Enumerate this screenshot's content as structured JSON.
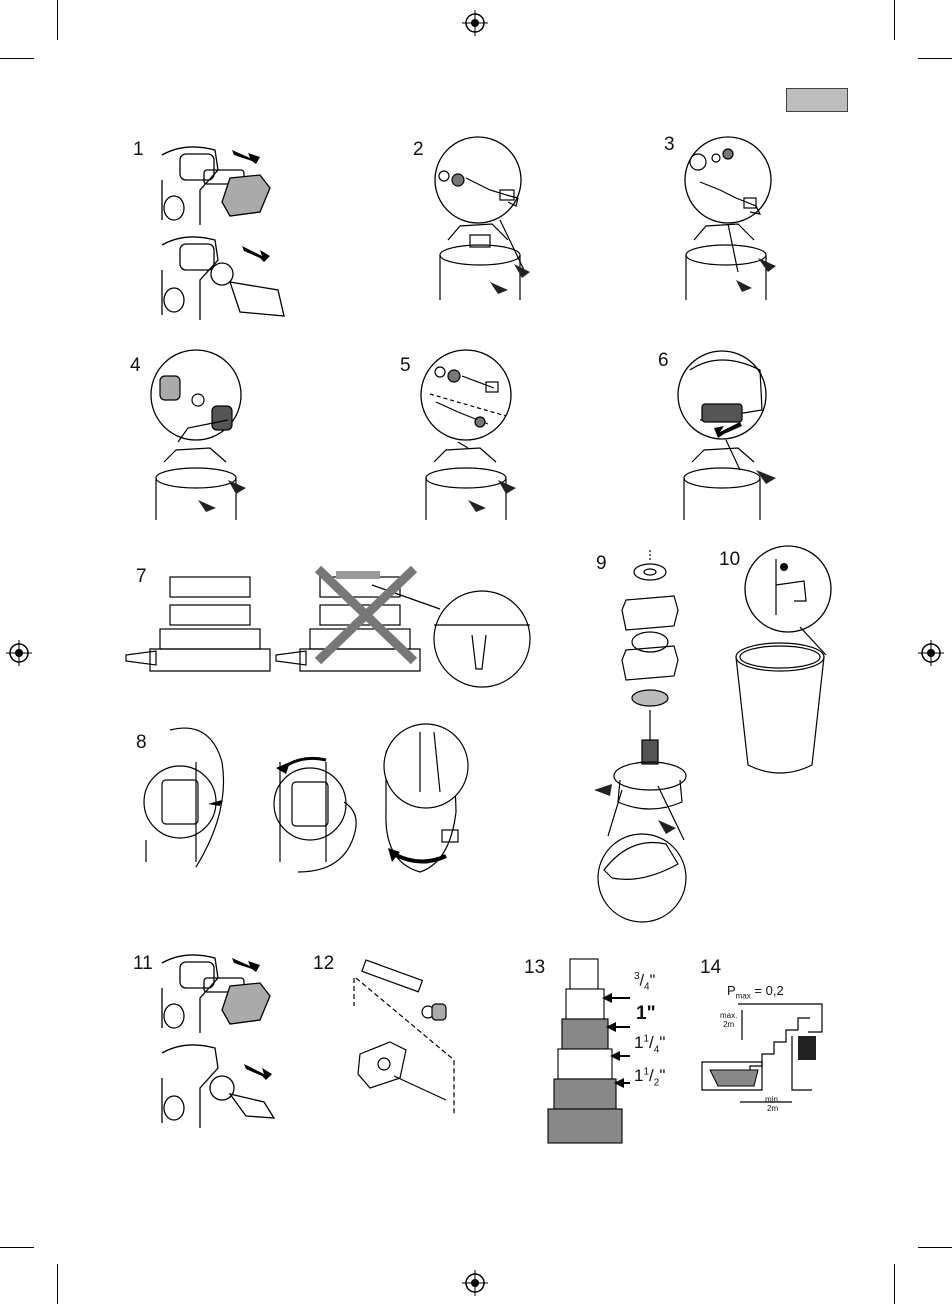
{
  "steps": {
    "s1": "1",
    "s2": "2",
    "s3": "3",
    "s4": "4",
    "s5": "5",
    "s6": "6",
    "s7": "7",
    "s8": "8",
    "s9": "9",
    "s10": "10",
    "s11": "11",
    "s12": "12",
    "s13": "13",
    "s14": "14"
  },
  "hose_sizes": {
    "a_sup": "3",
    "a_sub": "4",
    "a_q": "\"",
    "b": "1\"",
    "c_int": "1",
    "c_sup": "1",
    "c_sub": "4",
    "c_q": "\"",
    "d_int": "1",
    "d_sup": "1",
    "d_sub": "2",
    "d_q": "\""
  },
  "install": {
    "p_base": "P",
    "p_sub": "max",
    "p_value": " = 0,2",
    "max_label_1": "max.",
    "max_label_2": "2m",
    "min_label_1": "min.",
    "min_label_2": "2m"
  },
  "icons": [
    "registration-mark",
    "filter-housing",
    "uvc-unit",
    "hose-tail",
    "arrow",
    "cross",
    "magnifier"
  ],
  "colors": {
    "lang_box": "#bdbdbd",
    "line": "#000000",
    "shade": "#777777"
  }
}
